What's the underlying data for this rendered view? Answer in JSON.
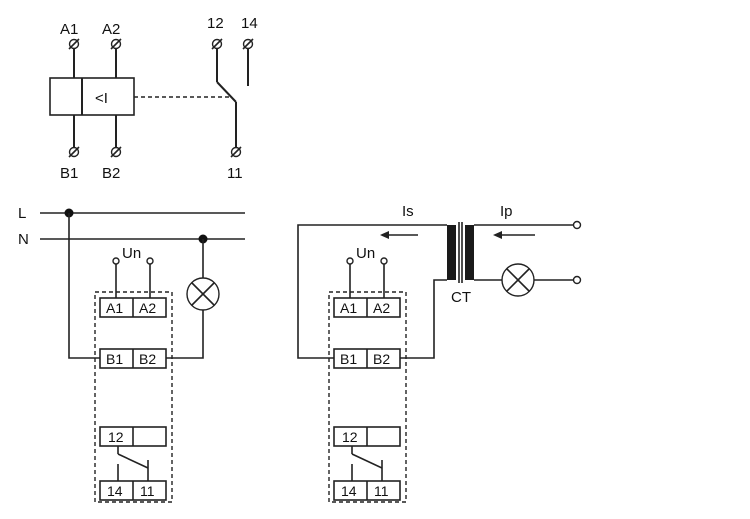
{
  "symbol": {
    "terminal_a1": "A1",
    "terminal_a2": "A2",
    "terminal_b1": "B1",
    "terminal_b2": "B2",
    "undercurrent_mark": "<I",
    "contact_12": "12",
    "contact_14": "14",
    "contact_11": "11"
  },
  "lines": {
    "live": "L",
    "neutral": "N"
  },
  "left_circuit": {
    "supply_label": "Un",
    "a1": "A1",
    "a2": "A2",
    "b1": "B1",
    "b2": "B2",
    "c12": "12",
    "c14": "14",
    "c11": "11"
  },
  "right_circuit": {
    "supply_label": "Un",
    "a1": "A1",
    "a2": "A2",
    "b1": "B1",
    "b2": "B2",
    "c12": "12",
    "c14": "14",
    "c11": "11",
    "secondary_current": "Is",
    "primary_current": "Ip",
    "transformer": "CT"
  }
}
